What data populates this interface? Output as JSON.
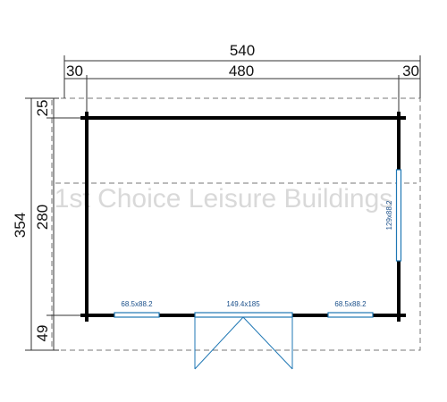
{
  "dimensions": {
    "overall_width": "540",
    "left_overhang": "30",
    "inner_width": "480",
    "right_overhang": "30",
    "overall_depth": "354",
    "front_overhang_top": "25",
    "inner_depth": "280",
    "rear_overhang_bottom": "49"
  },
  "openings": {
    "window_left": "68.5x88.2",
    "door": "149.4x185",
    "window_right": "68.5x88.2",
    "window_side": "129x88.2"
  },
  "watermark": "1st Choice Leisure Buildings",
  "colors": {
    "wall": "#000000",
    "opening": "#1f77b4",
    "dim_line": "#333333",
    "dash": "#777777",
    "watermark": "#d9d9d9"
  }
}
